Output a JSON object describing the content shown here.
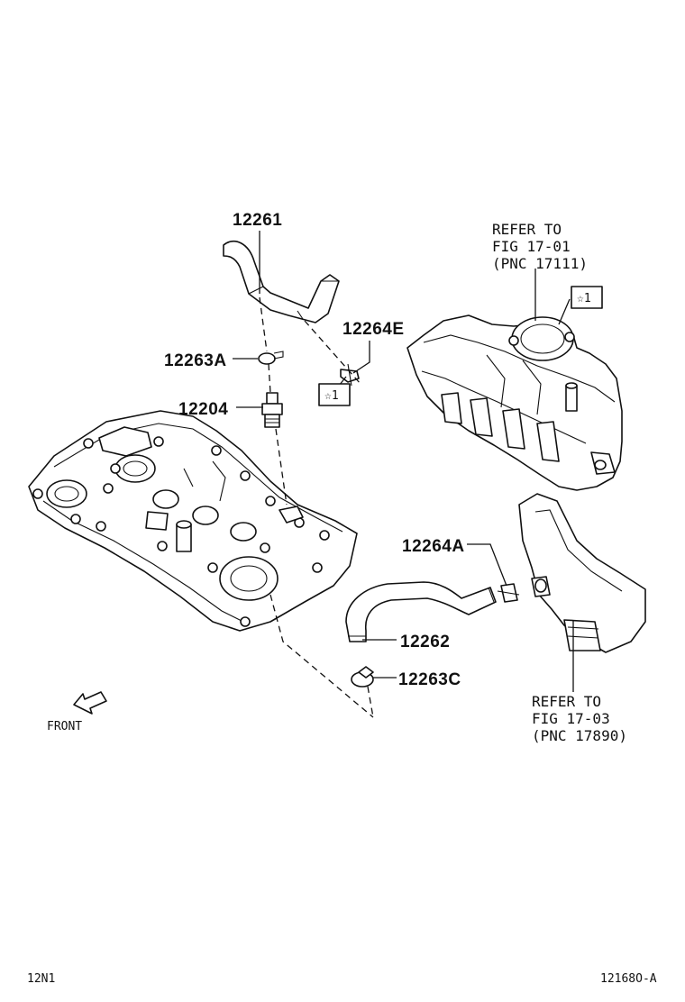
{
  "parts": {
    "p12261": "12261",
    "p12264e": "12264E",
    "p12263a": "12263A",
    "p12204": "12204",
    "p12264a": "12264A",
    "p12262": "12262",
    "p12263c": "12263C"
  },
  "refer_top": {
    "line1": "REFER TO",
    "line2": "FIG 17-01",
    "line3": "(PNC 17111)"
  },
  "refer_bottom": {
    "line1": "REFER TO",
    "line2": "FIG 17-03",
    "line3": "(PNC 17890)"
  },
  "markers": {
    "star_top": "☆1",
    "star_mid": "☆1"
  },
  "front_label": "FRONT",
  "footer": {
    "left_code": "12N1",
    "right_code": "12168O-A"
  }
}
